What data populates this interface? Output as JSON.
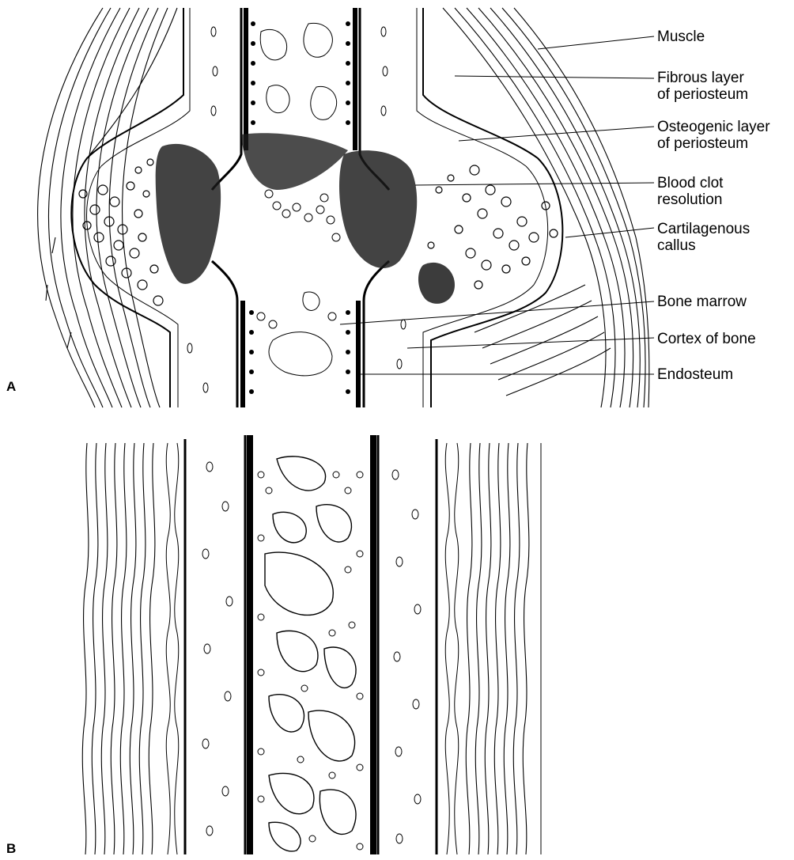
{
  "panel_a": {
    "letter": "A",
    "labels": [
      {
        "id": "muscle",
        "line1": "Muscle",
        "line2": ""
      },
      {
        "id": "fibrous",
        "line1": "Fibrous layer",
        "line2": "of periosteum"
      },
      {
        "id": "osteogenic",
        "line1": "Osteogenic layer",
        "line2": "of periosteum"
      },
      {
        "id": "clot",
        "line1": "Blood clot",
        "line2": "resolution"
      },
      {
        "id": "cartilage",
        "line1": "Cartilagenous",
        "line2": "callus"
      },
      {
        "id": "marrow",
        "line1": "Bone marrow",
        "line2": ""
      },
      {
        "id": "cortex",
        "line1": "Cortex of bone",
        "line2": ""
      },
      {
        "id": "endosteum",
        "line1": "Endosteum",
        "line2": ""
      }
    ]
  },
  "panel_b": {
    "letter": "B"
  },
  "colors": {
    "ink": "#000000",
    "paper": "#ffffff"
  }
}
